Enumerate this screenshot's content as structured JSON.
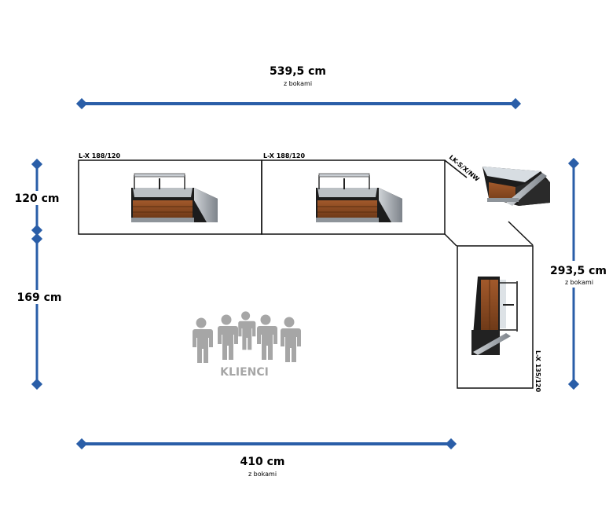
{
  "dimensions": {
    "top_width": {
      "value": "539,5 cm",
      "note": "z bokami"
    },
    "bottom_width": {
      "value": "410 cm",
      "note": "z bokami"
    },
    "left_upper": {
      "value": "120 cm"
    },
    "left_lower": {
      "value": "169 cm"
    },
    "right_height": {
      "value": "293,5 cm",
      "note": "z bokami"
    }
  },
  "units": {
    "unit1": {
      "label": "L-X 188/120"
    },
    "unit2": {
      "label": "L-X 188/120"
    },
    "corner": {
      "label": "LK-S/X/NW"
    },
    "side": {
      "label": "L-X 135/120"
    }
  },
  "customers": {
    "label": "KLIENCI"
  },
  "colors": {
    "dimension_line": "#2a5ea8",
    "outline": "#111111",
    "people": "#a6a6a6",
    "wood": "#8a4a22",
    "body": "#1c1c1c",
    "steel": "#9aa0a6"
  }
}
